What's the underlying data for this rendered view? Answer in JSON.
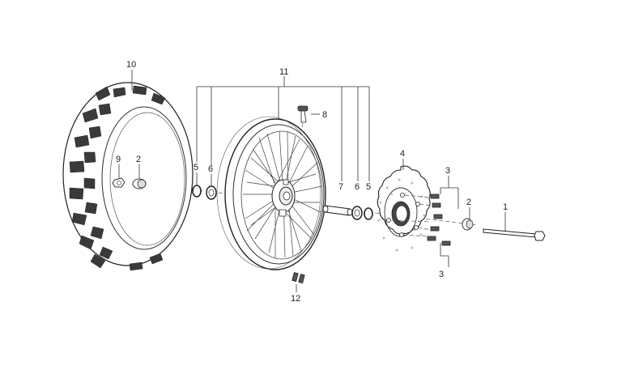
{
  "callouts": {
    "c1": "1",
    "c2a": "2",
    "c2b": "2",
    "c3a": "3",
    "c3b": "3",
    "c4": "4",
    "c5a": "5",
    "c5b": "5",
    "c6a": "6",
    "c6b": "6",
    "c7": "7",
    "c8": "8",
    "c9": "9",
    "c10": "10",
    "c11": "11",
    "c12": "12"
  },
  "parts": [
    {
      "ref": "1",
      "name": "wheel-axle"
    },
    {
      "ref": "2",
      "name": "spacer"
    },
    {
      "ref": "3",
      "name": "disc-bolt"
    },
    {
      "ref": "4",
      "name": "brake-disc"
    },
    {
      "ref": "5",
      "name": "oil-seal"
    },
    {
      "ref": "6",
      "name": "bearing"
    },
    {
      "ref": "7",
      "name": "distance-collar"
    },
    {
      "ref": "8",
      "name": "tire-valve"
    },
    {
      "ref": "9",
      "name": "nut"
    },
    {
      "ref": "10",
      "name": "tire"
    },
    {
      "ref": "11",
      "name": "wheel-assembly"
    },
    {
      "ref": "12",
      "name": "balance-weight"
    }
  ]
}
